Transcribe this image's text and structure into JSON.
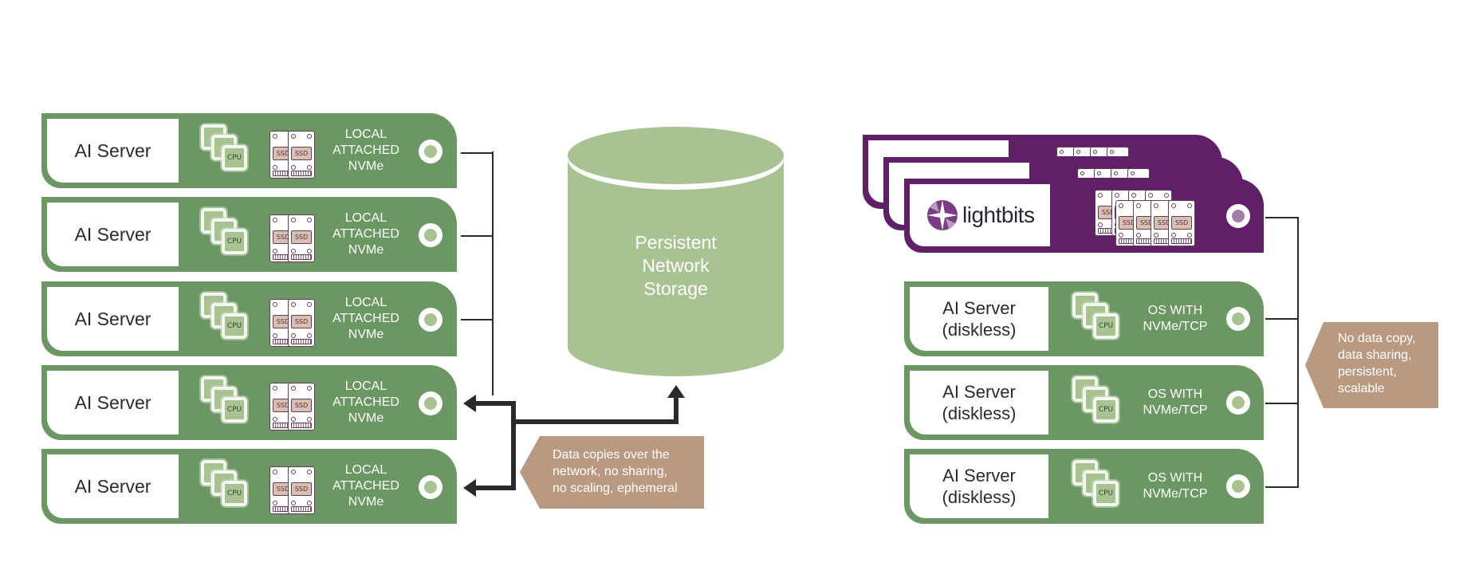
{
  "colors": {
    "server_green": "#6b9762",
    "storage_green": "#a8c292",
    "lightbits_purple": "#5f2068",
    "callout_tan": "#b99a80",
    "connector": "#2a2a2a"
  },
  "left": {
    "servers": [
      {
        "label": "AI Server",
        "cpu_label": "CPU",
        "ssd_label": "SSD",
        "desc": [
          "LOCAL",
          "ATTACHED",
          "NVMe"
        ]
      },
      {
        "label": "AI Server",
        "cpu_label": "CPU",
        "ssd_label": "SSD",
        "desc": [
          "LOCAL",
          "ATTACHED",
          "NVMe"
        ]
      },
      {
        "label": "AI Server",
        "cpu_label": "CPU",
        "ssd_label": "SSD",
        "desc": [
          "LOCAL",
          "ATTACHED",
          "NVMe"
        ]
      },
      {
        "label": "AI Server",
        "cpu_label": "CPU",
        "ssd_label": "SSD",
        "desc": [
          "LOCAL",
          "ATTACHED",
          "NVMe"
        ]
      },
      {
        "label": "AI Server",
        "cpu_label": "CPU",
        "ssd_label": "SSD",
        "desc": [
          "LOCAL",
          "ATTACHED",
          "NVMe"
        ]
      }
    ],
    "callout": [
      "Data copies over the",
      "network, no sharing,",
      "no scaling, ephemeral"
    ]
  },
  "storage": {
    "label": [
      "Persistent",
      "Network",
      "Storage"
    ]
  },
  "right": {
    "lightbits": {
      "logo_text": "lightbits",
      "ssd_label": "SSD",
      "stack_count": 3
    },
    "servers": [
      {
        "label": [
          "AI Server",
          "(diskless)"
        ],
        "cpu_label": "CPU",
        "desc": [
          "OS WITH",
          "NVMe/TCP"
        ]
      },
      {
        "label": [
          "AI Server",
          "(diskless)"
        ],
        "cpu_label": "CPU",
        "desc": [
          "OS WITH",
          "NVMe/TCP"
        ]
      },
      {
        "label": [
          "AI Server",
          "(diskless)"
        ],
        "cpu_label": "CPU",
        "desc": [
          "OS WITH",
          "NVMe/TCP"
        ]
      }
    ],
    "callout": [
      "No data copy,",
      "data sharing,",
      "persistent,",
      "scalable"
    ]
  }
}
